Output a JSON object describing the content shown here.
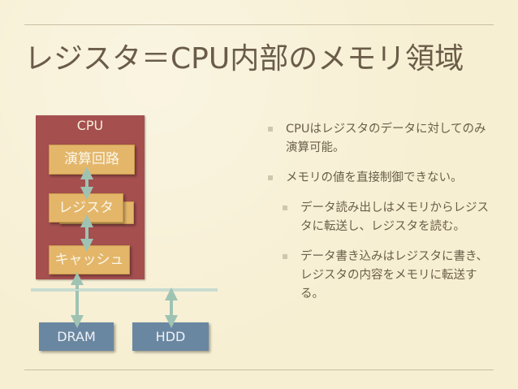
{
  "slide": {
    "title": "レジスタ＝CPU内部のメモリ領域"
  },
  "diagram": {
    "cpu_label": "CPU",
    "alu_label": "演算回路",
    "register_label": "レジスタ",
    "cache_label": "キャッシュ",
    "dram_label": "DRAM",
    "hdd_label": "HDD",
    "colors": {
      "cpu": "#a54f4f",
      "block": "#e3b66a",
      "external": "#6a87a1",
      "arrow": "#9fc3b3"
    }
  },
  "bullets": [
    {
      "level": 1,
      "text": "CPUはレジスタのデータに対してのみ演算可能。"
    },
    {
      "level": 1,
      "text": "メモリの値を直接制御できない。"
    },
    {
      "level": 2,
      "text": "データ読み出しはメモリからレジスタに転送し、レジスタを読む。"
    },
    {
      "level": 2,
      "text": "データ書き込みはレジスタに書き、レジスタの内容をメモリに転送する。"
    }
  ]
}
